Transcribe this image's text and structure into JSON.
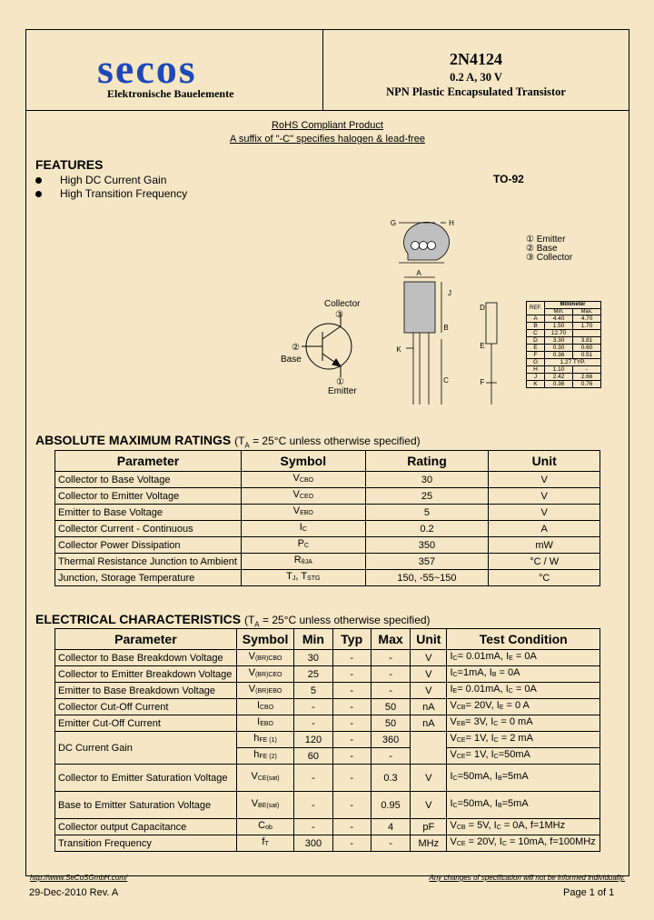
{
  "header": {
    "logo": "secos",
    "logo_sub": "Elektronische Bauelemente",
    "part_number": "2N4124",
    "rating_line": "0.2 A, 30 V",
    "description": "NPN Plastic Encapsulated Transistor"
  },
  "rohs": {
    "line1": "RoHS Compliant Product",
    "line2": "A suffix of \"-C\" specifies halogen & lead-free"
  },
  "features": {
    "title": "FEATURES",
    "items": [
      "High DC Current Gain",
      "High Transition Frequency"
    ]
  },
  "package": {
    "name": "TO-92",
    "pins": [
      "① Emitter",
      "② Base",
      "③ Collector"
    ],
    "schematic": {
      "collector": "Collector",
      "base": "Base",
      "emitter": "Emitter",
      "pin1": "①",
      "pin2": "②",
      "pin3": "③"
    },
    "dim_letters": [
      "G",
      "H",
      "J",
      "A",
      "B",
      "C",
      "D",
      "E",
      "F",
      "K"
    ],
    "dim_table": {
      "header": [
        "REF.",
        "Millimeter",
        "Min.",
        "Max."
      ],
      "rows": [
        [
          "A",
          "4.40",
          "4.70"
        ],
        [
          "B",
          "1.50",
          "1.70"
        ],
        [
          "C",
          "12.70",
          ""
        ],
        [
          "D",
          "3.30",
          "3.81"
        ],
        [
          "E",
          "0.30",
          "0.60"
        ],
        [
          "F",
          "0.36",
          "0.51"
        ],
        [
          "G",
          "1.27 TYP.",
          ""
        ],
        [
          "H",
          "1.10",
          "-"
        ],
        [
          "J",
          "2.42",
          "2.66"
        ],
        [
          "K",
          "0.36",
          "0.76"
        ]
      ]
    }
  },
  "abs_max": {
    "title": "ABSOLUTE MAXIMUM RATINGS",
    "cond_prefix": "(T",
    "cond_sub": "A",
    "cond_rest": " = 25°C unless otherwise specified)",
    "headers": [
      "Parameter",
      "Symbol",
      "Rating",
      "Unit"
    ],
    "rows": [
      {
        "param": "Collector to Base Voltage",
        "sym": "V",
        "sub": "CBO",
        "rating": "30",
        "unit": "V"
      },
      {
        "param": "Collector to Emitter Voltage",
        "sym": "V",
        "sub": "CEO",
        "rating": "25",
        "unit": "V"
      },
      {
        "param": "Emitter to Base Voltage",
        "sym": "V",
        "sub": "EBO",
        "rating": "5",
        "unit": "V"
      },
      {
        "param": "Collector Current - Continuous",
        "sym": "I",
        "sub": "C",
        "rating": "0.2",
        "unit": "A"
      },
      {
        "param": "Collector Power Dissipation",
        "sym": "P",
        "sub": "C",
        "rating": "350",
        "unit": "mW"
      },
      {
        "param": "Thermal Resistance Junction to Ambient",
        "sym": "R",
        "sub": "θJA",
        "rating": "357",
        "unit": "°C / W"
      },
      {
        "param": "Junction, Storage Temperature",
        "sym": "T",
        "sub": "J",
        "sym2": ", T",
        "sub2": "STG",
        "rating": "150, -55~150",
        "unit": "°C"
      }
    ]
  },
  "elec": {
    "title": "ELECTRICAL CHARACTERISTICS",
    "cond_prefix": "(T",
    "cond_sub": "A",
    "cond_rest": " = 25°C unless otherwise specified)",
    "headers": [
      "Parameter",
      "Symbol",
      "Min",
      "Typ",
      "Max",
      "Unit",
      "Test Condition"
    ],
    "rows": [
      {
        "param": "Collector to Base Breakdown Voltage",
        "sym": "V",
        "sub": "(BR)CBO",
        "min": "30",
        "typ": "-",
        "max": "-",
        "unit": "V",
        "cond": [
          [
            "I",
            "C",
            "= 0.01mA, "
          ],
          [
            "I",
            "E",
            " = 0A"
          ]
        ]
      },
      {
        "param": "Collector to Emitter Breakdown Voltage",
        "sym": "V",
        "sub": "(BR)CEO",
        "min": "25",
        "typ": "-",
        "max": "-",
        "unit": "V",
        "cond": [
          [
            "I",
            "C",
            "=1mA, "
          ],
          [
            "I",
            "B",
            " = 0A"
          ]
        ]
      },
      {
        "param": "Emitter to Base Breakdown Voltage",
        "sym": "V",
        "sub": "(BR)EBO",
        "min": "5",
        "typ": "-",
        "max": "-",
        "unit": "V",
        "cond": [
          [
            "I",
            "E",
            "= 0.01mA, "
          ],
          [
            "I",
            "C",
            " = 0A"
          ]
        ]
      },
      {
        "param": "Collector Cut-Off Current",
        "sym": "I",
        "sub": "CBO",
        "min": "-",
        "typ": "-",
        "max": "50",
        "unit": "nA",
        "cond": [
          [
            "V",
            "CB",
            "= 20V, "
          ],
          [
            "I",
            "E",
            " = 0 A"
          ]
        ]
      },
      {
        "param": "Emitter Cut-Off Current",
        "sym": "I",
        "sub": "EBO",
        "min": "-",
        "typ": "-",
        "max": "50",
        "unit": "nA",
        "cond": [
          [
            "V",
            "EB",
            "= 3V, "
          ],
          [
            "I",
            "C",
            " = 0 mA"
          ]
        ]
      },
      {
        "param": "DC Current Gain",
        "sym": "h",
        "sub": "FE (1)",
        "min": "120",
        "typ": "-",
        "max": "360",
        "unit": "",
        "cond": [
          [
            "V",
            "CE",
            "= 1V, "
          ],
          [
            "I",
            "C",
            " = 2 mA"
          ]
        ]
      },
      {
        "param": "",
        "sym": "h",
        "sub": "FE (2)",
        "min": "60",
        "typ": "-",
        "max": "-",
        "unit": "",
        "cond": [
          [
            "V",
            "CE",
            "= 1V, "
          ],
          [
            "I",
            "C",
            "=50mA"
          ]
        ]
      },
      {
        "param": "Collector to Emitter Saturation Voltage",
        "sym": "V",
        "sub": "CE(sat)",
        "min": "-",
        "typ": "-",
        "max": "0.3",
        "unit": "V",
        "cond": [
          [
            "I",
            "C",
            "=50mA, "
          ],
          [
            "I",
            "B",
            "=5mA"
          ]
        ]
      },
      {
        "param": "Base to Emitter Saturation Voltage",
        "sym": "V",
        "sub": "BE(sat)",
        "min": "-",
        "typ": "-",
        "max": "0.95",
        "unit": "V",
        "cond": [
          [
            "I",
            "C",
            "=50mA, "
          ],
          [
            "I",
            "B",
            "=5mA"
          ]
        ]
      },
      {
        "param": "Collector output Capacitance",
        "sym": "C",
        "sub": "ob",
        "min": "-",
        "typ": "-",
        "max": "4",
        "unit": "pF",
        "cond": [
          [
            "V",
            "CB",
            " = 5V, "
          ],
          [
            "I",
            "C",
            " = 0A, f=1MHz"
          ]
        ]
      },
      {
        "param": "Transition Frequency",
        "sym": "f",
        "sub": "T",
        "min": "300",
        "typ": "-",
        "max": "-",
        "unit": "MHz",
        "cond": [
          [
            "V",
            "CE",
            " = 20V, "
          ],
          [
            "I",
            "C",
            " = 10mA, f=100MHz"
          ]
        ]
      }
    ]
  },
  "footer": {
    "url": "http://www.SeCoSGmbH.com/",
    "notice": "Any changes of specification will not be informed individually.",
    "date": "29-Dec-2010 Rev. A",
    "page": "Page 1 of 1"
  }
}
